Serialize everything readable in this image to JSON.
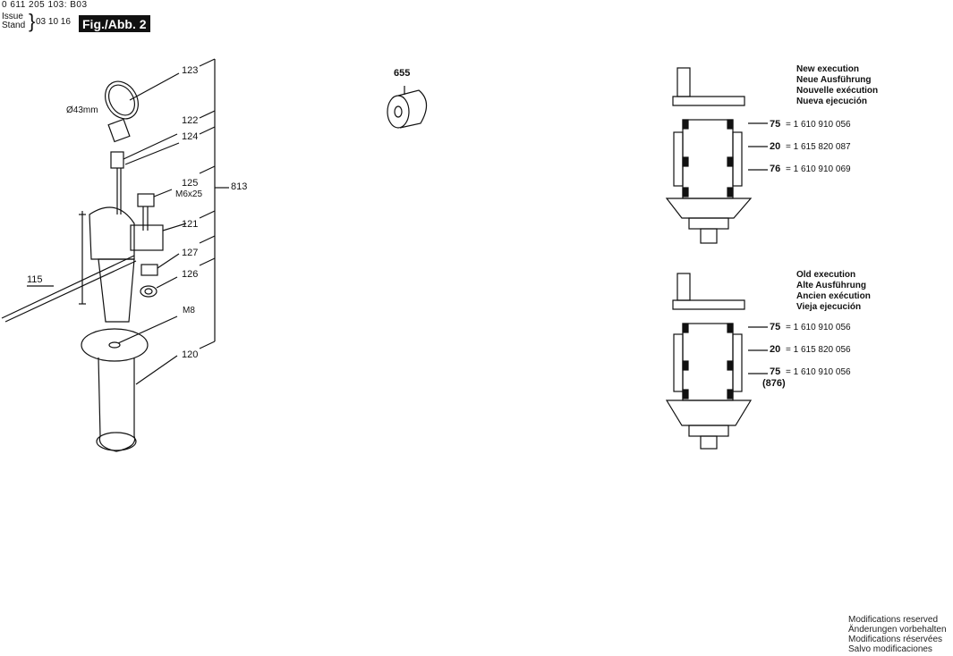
{
  "header": {
    "doc_code": "0 611 205 103: B03",
    "issue_label": "Issue",
    "stand_label": "Stand",
    "date": "03 10 16",
    "figure": "Fig./Abb. 2"
  },
  "callouts": {
    "p123": "123",
    "p122": "122",
    "p124": "124",
    "p125": "125",
    "m6x25": "M6x25",
    "p813": "813",
    "p121": "121",
    "p127": "127",
    "p126": "126",
    "p115": "115",
    "m8": "M8",
    "p120": "120",
    "d43": "Ø43mm",
    "p655": "655"
  },
  "new_execution": {
    "lines": [
      "New execution",
      "Neue Ausführung",
      "Nouvelle exécution",
      "Nueva ejecución"
    ],
    "parts": [
      {
        "num": "75",
        "code": "= 1 610 910 056"
      },
      {
        "num": "20",
        "code": "= 1 615 820 087"
      },
      {
        "num": "76",
        "code": "= 1 610 910 069"
      }
    ]
  },
  "old_execution": {
    "lines": [
      "Old execution",
      "Alte Ausführung",
      "Ancien exécution",
      "Vieja ejecución"
    ],
    "parts": [
      {
        "num": "75",
        "code": "= 1 610 910 056"
      },
      {
        "num": "20",
        "code": "= 1 615 820 056"
      },
      {
        "num": "75",
        "code": "= 1 610 910 056"
      }
    ],
    "note": "(876)"
  },
  "footer": {
    "lines": [
      "Modifications reserved",
      "Änderungen vorbehalten",
      "Modifications réservées",
      "Salvo modificaciones"
    ]
  }
}
